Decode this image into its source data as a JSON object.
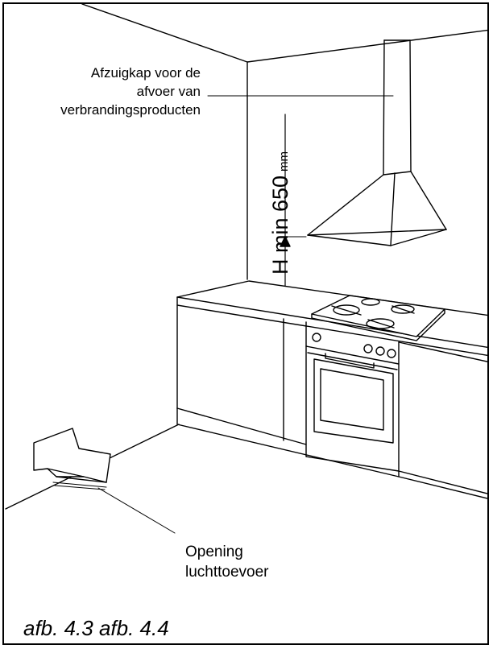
{
  "labels": {
    "hood_line1": "Afzuigkap voor de",
    "hood_line2": "afvoer van",
    "hood_line3": "verbrandingsproducten",
    "height_value": "H min 650",
    "height_unit": "mm",
    "opening_line1": "Opening",
    "opening_line2": "luchttoevoer",
    "caption": "afb. 4.3 afb. 4.4"
  }
}
